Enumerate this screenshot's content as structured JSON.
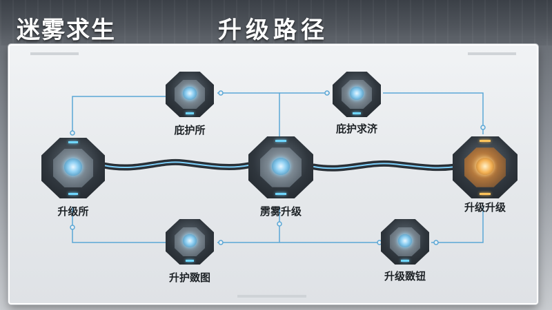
{
  "header": {
    "title_left": "迷雾求生",
    "title_right": "升级路径"
  },
  "nodes": [
    {
      "id": "left",
      "label": "升级所",
      "theme": "cool"
    },
    {
      "id": "center",
      "label": "雳雾升级",
      "theme": "cool"
    },
    {
      "id": "right",
      "label": "升级升级",
      "theme": "warm"
    },
    {
      "id": "top_left",
      "label": "庇护所",
      "theme": "cool"
    },
    {
      "id": "top_right",
      "label": "庇护求济",
      "theme": "cool"
    },
    {
      "id": "bottom_left",
      "label": "升护敪图",
      "theme": "cool"
    },
    {
      "id": "bottom_right",
      "label": "升级敪钮",
      "theme": "cool"
    }
  ],
  "colors": {
    "link_glow": "#7fd3ff",
    "link_line": "#5aa7d6",
    "warm_accent": "#ffc45c"
  }
}
